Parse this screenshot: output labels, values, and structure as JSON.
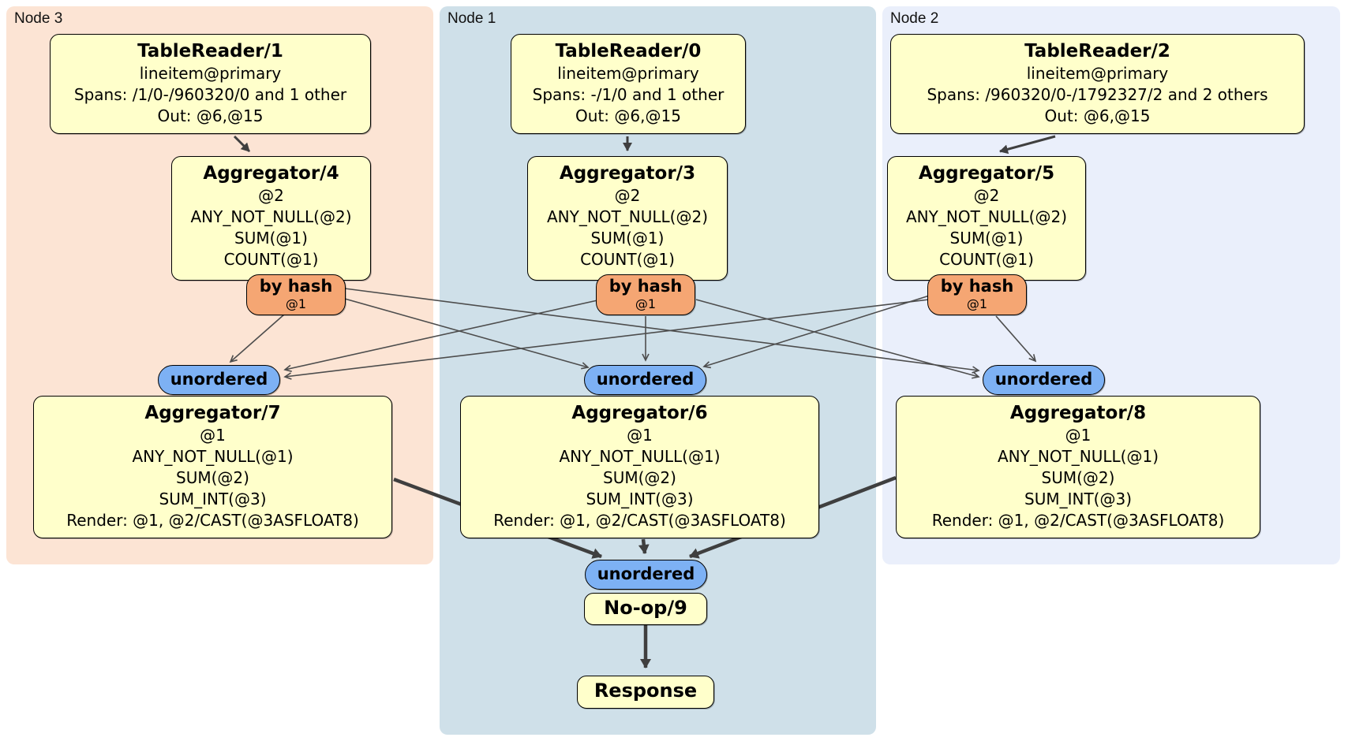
{
  "colors": {
    "page_bg": "#ffffff",
    "node3_bg": "#fce4d4",
    "node1_bg": "#cfe0e9",
    "node2_bg": "#eaeffb",
    "box_bg": "#ffffcb",
    "router_bg": "#f5a673",
    "sync_bg": "#7db1f4",
    "edge": "#4d4d4d"
  },
  "regions": [
    {
      "label": "Node 3"
    },
    {
      "label": "Node 1"
    },
    {
      "label": "Node 2"
    }
  ],
  "processors": {
    "tablereader1": {
      "title": "TableReader/1",
      "lines": [
        "lineitem@primary",
        "Spans: /1/0-/960320/0 and 1 other",
        "Out: @6,@15"
      ]
    },
    "tablereader0": {
      "title": "TableReader/0",
      "lines": [
        "lineitem@primary",
        "Spans: -/1/0 and 1 other",
        "Out: @6,@15"
      ]
    },
    "tablereader2": {
      "title": "TableReader/2",
      "lines": [
        "lineitem@primary",
        "Spans: /960320/0-/1792327/2 and 2 others",
        "Out: @6,@15"
      ]
    },
    "aggregator4": {
      "title": "Aggregator/4",
      "lines": [
        "@2",
        "ANY_NOT_NULL(@2)",
        "SUM(@1)",
        "COUNT(@1)"
      ]
    },
    "aggregator3": {
      "title": "Aggregator/3",
      "lines": [
        "@2",
        "ANY_NOT_NULL(@2)",
        "SUM(@1)",
        "COUNT(@1)"
      ]
    },
    "aggregator5": {
      "title": "Aggregator/5",
      "lines": [
        "@2",
        "ANY_NOT_NULL(@2)",
        "SUM(@1)",
        "COUNT(@1)"
      ]
    },
    "aggregator7": {
      "title": "Aggregator/7",
      "lines": [
        "@1",
        "ANY_NOT_NULL(@1)",
        "SUM(@2)",
        "SUM_INT(@3)",
        "Render: @1, @2/CAST(@3ASFLOAT8)"
      ]
    },
    "aggregator6": {
      "title": "Aggregator/6",
      "lines": [
        "@1",
        "ANY_NOT_NULL(@1)",
        "SUM(@2)",
        "SUM_INT(@3)",
        "Render: @1, @2/CAST(@3ASFLOAT8)"
      ]
    },
    "aggregator8": {
      "title": "Aggregator/8",
      "lines": [
        "@1",
        "ANY_NOT_NULL(@1)",
        "SUM(@2)",
        "SUM_INT(@3)",
        "Render: @1, @2/CAST(@3ASFLOAT8)"
      ]
    },
    "noop9": {
      "title": "No-op/9"
    },
    "response": {
      "title": "Response"
    }
  },
  "routers": [
    {
      "label": "by hash",
      "detail": "@1"
    },
    {
      "label": "by hash",
      "detail": "@1"
    },
    {
      "label": "by hash",
      "detail": "@1"
    }
  ],
  "syncs": [
    {
      "label": "unordered"
    },
    {
      "label": "unordered"
    },
    {
      "label": "unordered"
    },
    {
      "label": "unordered"
    }
  ]
}
